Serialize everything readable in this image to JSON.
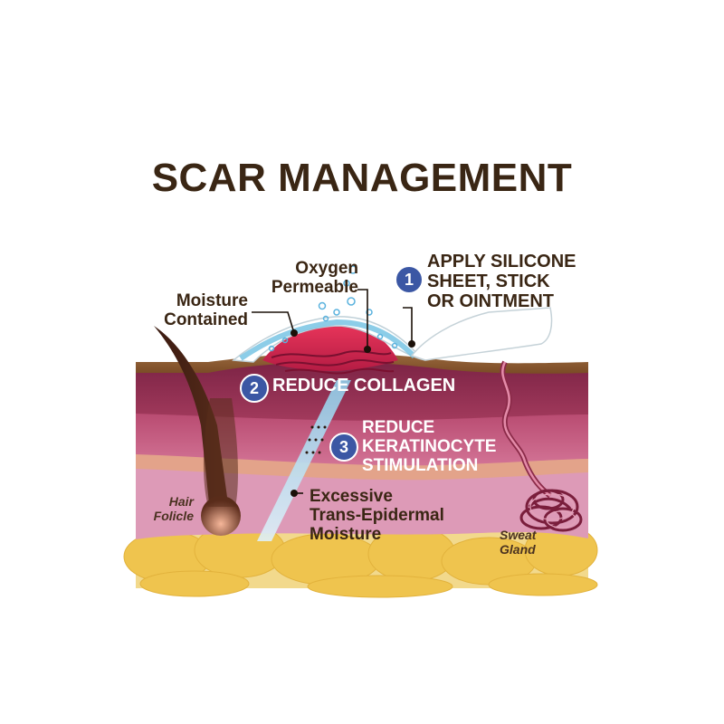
{
  "title": "SCAR MANAGEMENT",
  "steps": [
    {
      "number": "1",
      "lines": [
        "APPLY SILICONE",
        "SHEET, STICK",
        "OR OINTMENT"
      ]
    },
    {
      "number": "2",
      "lines": [
        "REDUCE COLLAGEN"
      ]
    },
    {
      "number": "3",
      "lines": [
        "REDUCE",
        "KERATINOCYTE",
        "STIMULATION"
      ]
    }
  ],
  "callouts": {
    "oxygen": [
      "Oxygen",
      "Permeable"
    ],
    "moisture": [
      "Moisture",
      "Contained"
    ],
    "tewl": [
      "Excessive",
      "Trans-Epidermal",
      "Moisture"
    ]
  },
  "anatomy": {
    "hair": [
      "Hair",
      "Folicle"
    ],
    "sweat": [
      "Sweat",
      "Gland"
    ]
  },
  "colors": {
    "title": "#3a2614",
    "badge": "#3b57a4",
    "epidermis": "#8a2a4a",
    "dermis": "#c2567a",
    "subcutis": "#e0a3bd",
    "fat": "#f0c95a",
    "silicone_sheet": "#e9eff2",
    "scar": "#d8234a",
    "moisture": "#9fd4ee"
  }
}
